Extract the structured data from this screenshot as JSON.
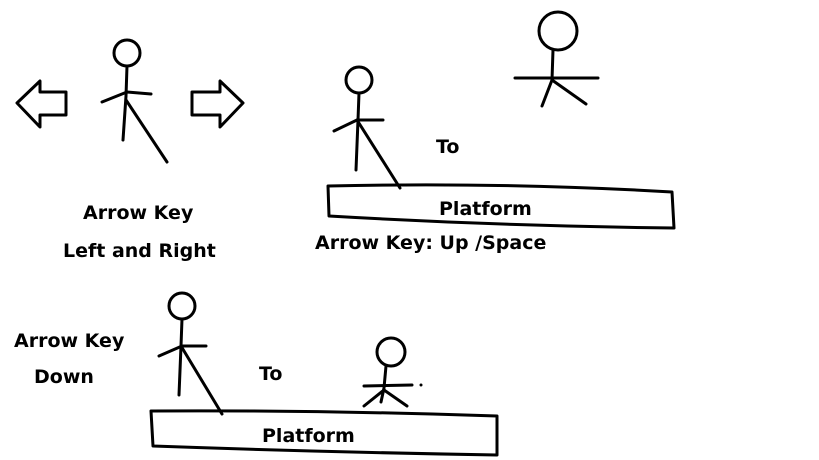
{
  "colors": {
    "background": "#ffffff",
    "ink": "#000000"
  },
  "icons": {
    "left_arrow": "left-arrow-icon",
    "right_arrow": "right-arrow-icon",
    "stick_figure": "stick-figure-icon"
  },
  "section_move": {
    "line1": "Arrow Key",
    "line2": "Left and Right"
  },
  "section_jump": {
    "connector": "To",
    "platform_label": "Platform",
    "caption": "Arrow Key: Up /Space"
  },
  "section_crouch": {
    "line1": "Arrow Key",
    "line2": "Down",
    "connector": "To",
    "platform_label": "Platform"
  }
}
